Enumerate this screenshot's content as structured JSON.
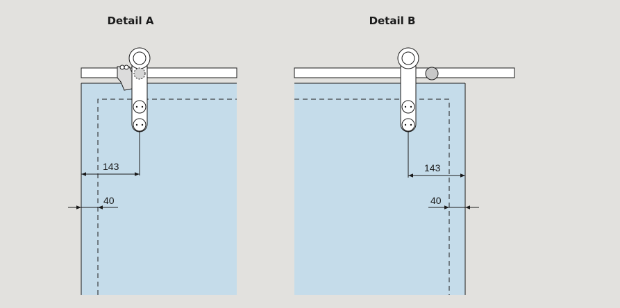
{
  "details": [
    {
      "title": "Detail A",
      "dimension_wheel_offset": "143",
      "dimension_edge_offset": "40"
    },
    {
      "title": "Detail B",
      "dimension_wheel_offset": "143",
      "dimension_edge_offset": "40"
    }
  ],
  "colors": {
    "background": "#e2e1de",
    "panel": "#c5dcea",
    "rail": "#ffffff",
    "line": "#1a1a1a",
    "stop": "#c8c8c8"
  }
}
